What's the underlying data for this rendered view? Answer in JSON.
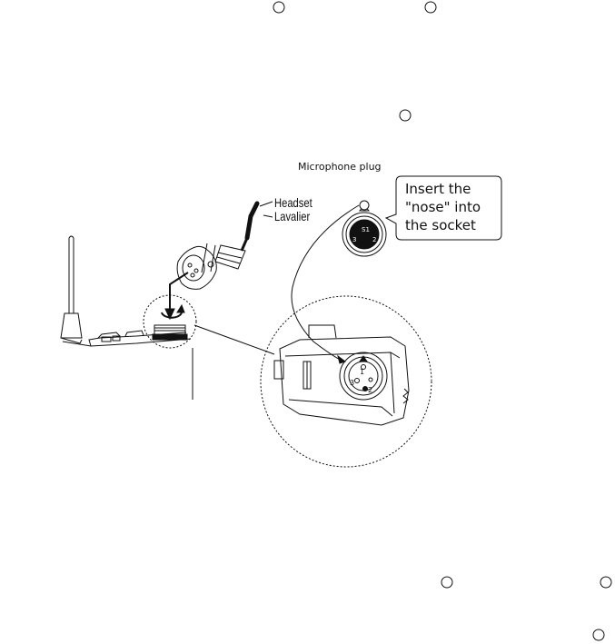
{
  "labels": {
    "microphone_plug": "Microphone plug",
    "headset": "Headset",
    "lavalier": "Lavalier"
  },
  "callout": {
    "lines": [
      "Insert the",
      "\"nose\" into",
      "the socket"
    ]
  },
  "plug_pins": [
    "S1",
    "3",
    "2"
  ],
  "socket_pins": [
    "1",
    "3",
    "2"
  ],
  "colors": {
    "line": "#111111",
    "background": "#ffffff"
  }
}
